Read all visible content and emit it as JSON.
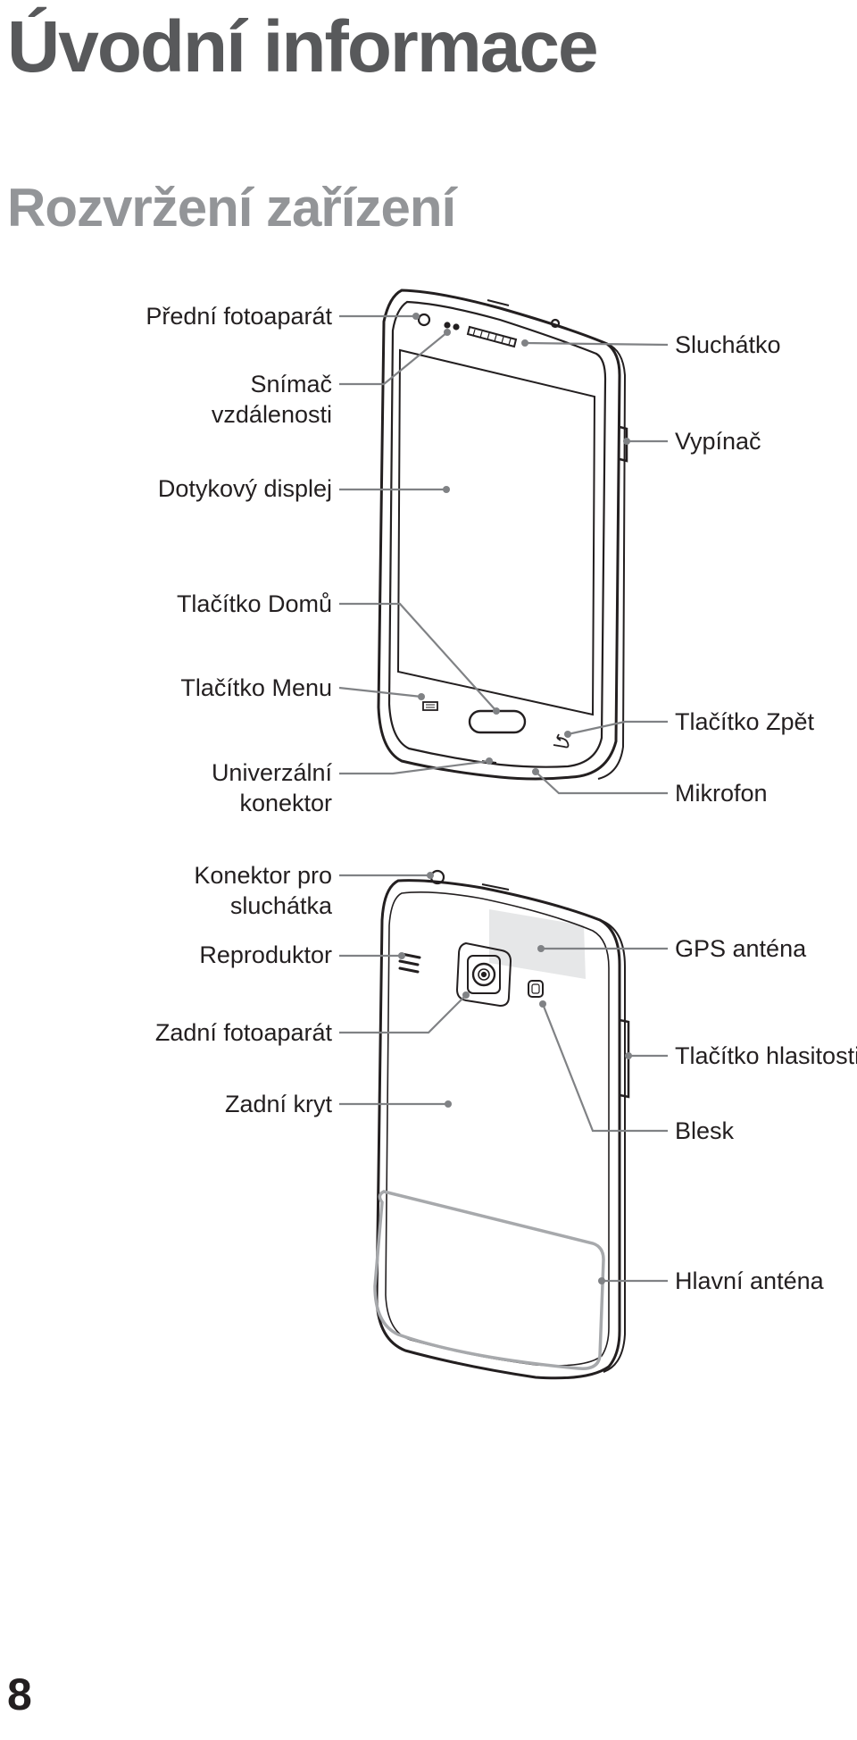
{
  "page": {
    "title": "Úvodní informace",
    "subtitle": "Rozvržení zařízení",
    "page_number": "8"
  },
  "front_view": {
    "labels": {
      "front_camera": "Přední fotoaparát",
      "proximity_sensor_line1": "Snímač",
      "proximity_sensor_line2": "vzdálenosti",
      "touch_screen": "Dotykový displej",
      "home_button": "Tlačítko Domů",
      "menu_button": "Tlačítko Menu",
      "multipurpose_jack_line1": "Univerzální",
      "multipurpose_jack_line2": "konektor",
      "earpiece": "Sluchátko",
      "power_button": "Vypínač",
      "back_button": "Tlačítko Zpět",
      "microphone": "Mikrofon"
    }
  },
  "back_view": {
    "labels": {
      "headset_jack_line1": "Konektor pro",
      "headset_jack_line2": "sluchátka",
      "speaker": "Reproduktor",
      "rear_camera": "Zadní fotoaparát",
      "back_cover": "Zadní kryt",
      "gps_antenna": "GPS anténa",
      "volume_button": "Tlačítko hlasitosti",
      "flash": "Blesk",
      "main_antenna": "Hlavní anténa"
    }
  }
}
